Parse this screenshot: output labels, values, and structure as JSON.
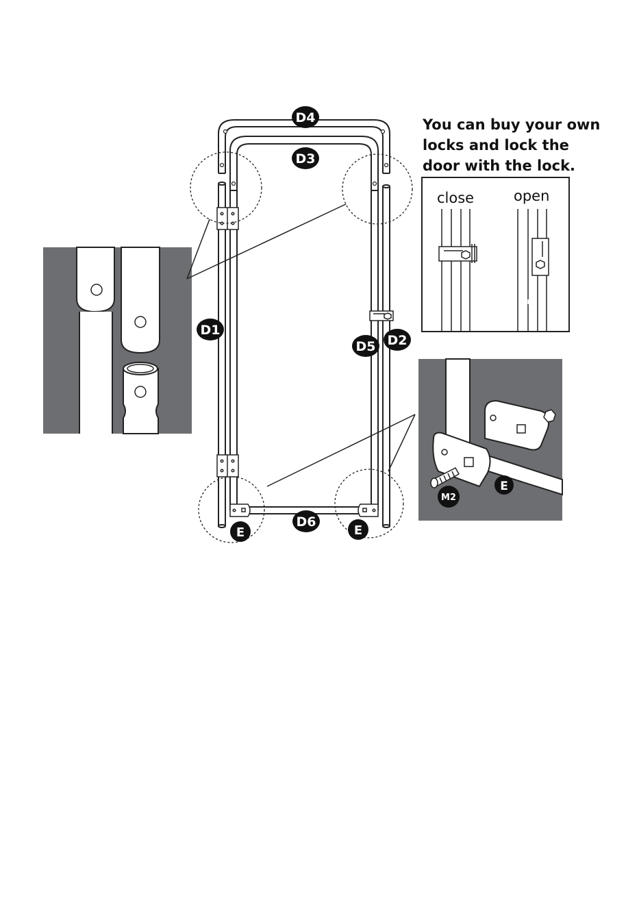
{
  "labels": {
    "d1": "D1",
    "d2": "D2",
    "d3": "D3",
    "d4": "D4",
    "d5": "D5",
    "d6": "D6",
    "e_left": "E",
    "e_right": "E",
    "e_detail": "E",
    "m2": "M2"
  },
  "note": {
    "line1": "You can buy your own",
    "line2": "locks and lock the",
    "line3": "door with the lock."
  },
  "lock_states": {
    "close": "close",
    "open": "open"
  },
  "colors": {
    "label_bg": "#111111",
    "detail_bg": "#6d6e71",
    "tube_fill": "#ffffff",
    "stroke": "#222222"
  }
}
